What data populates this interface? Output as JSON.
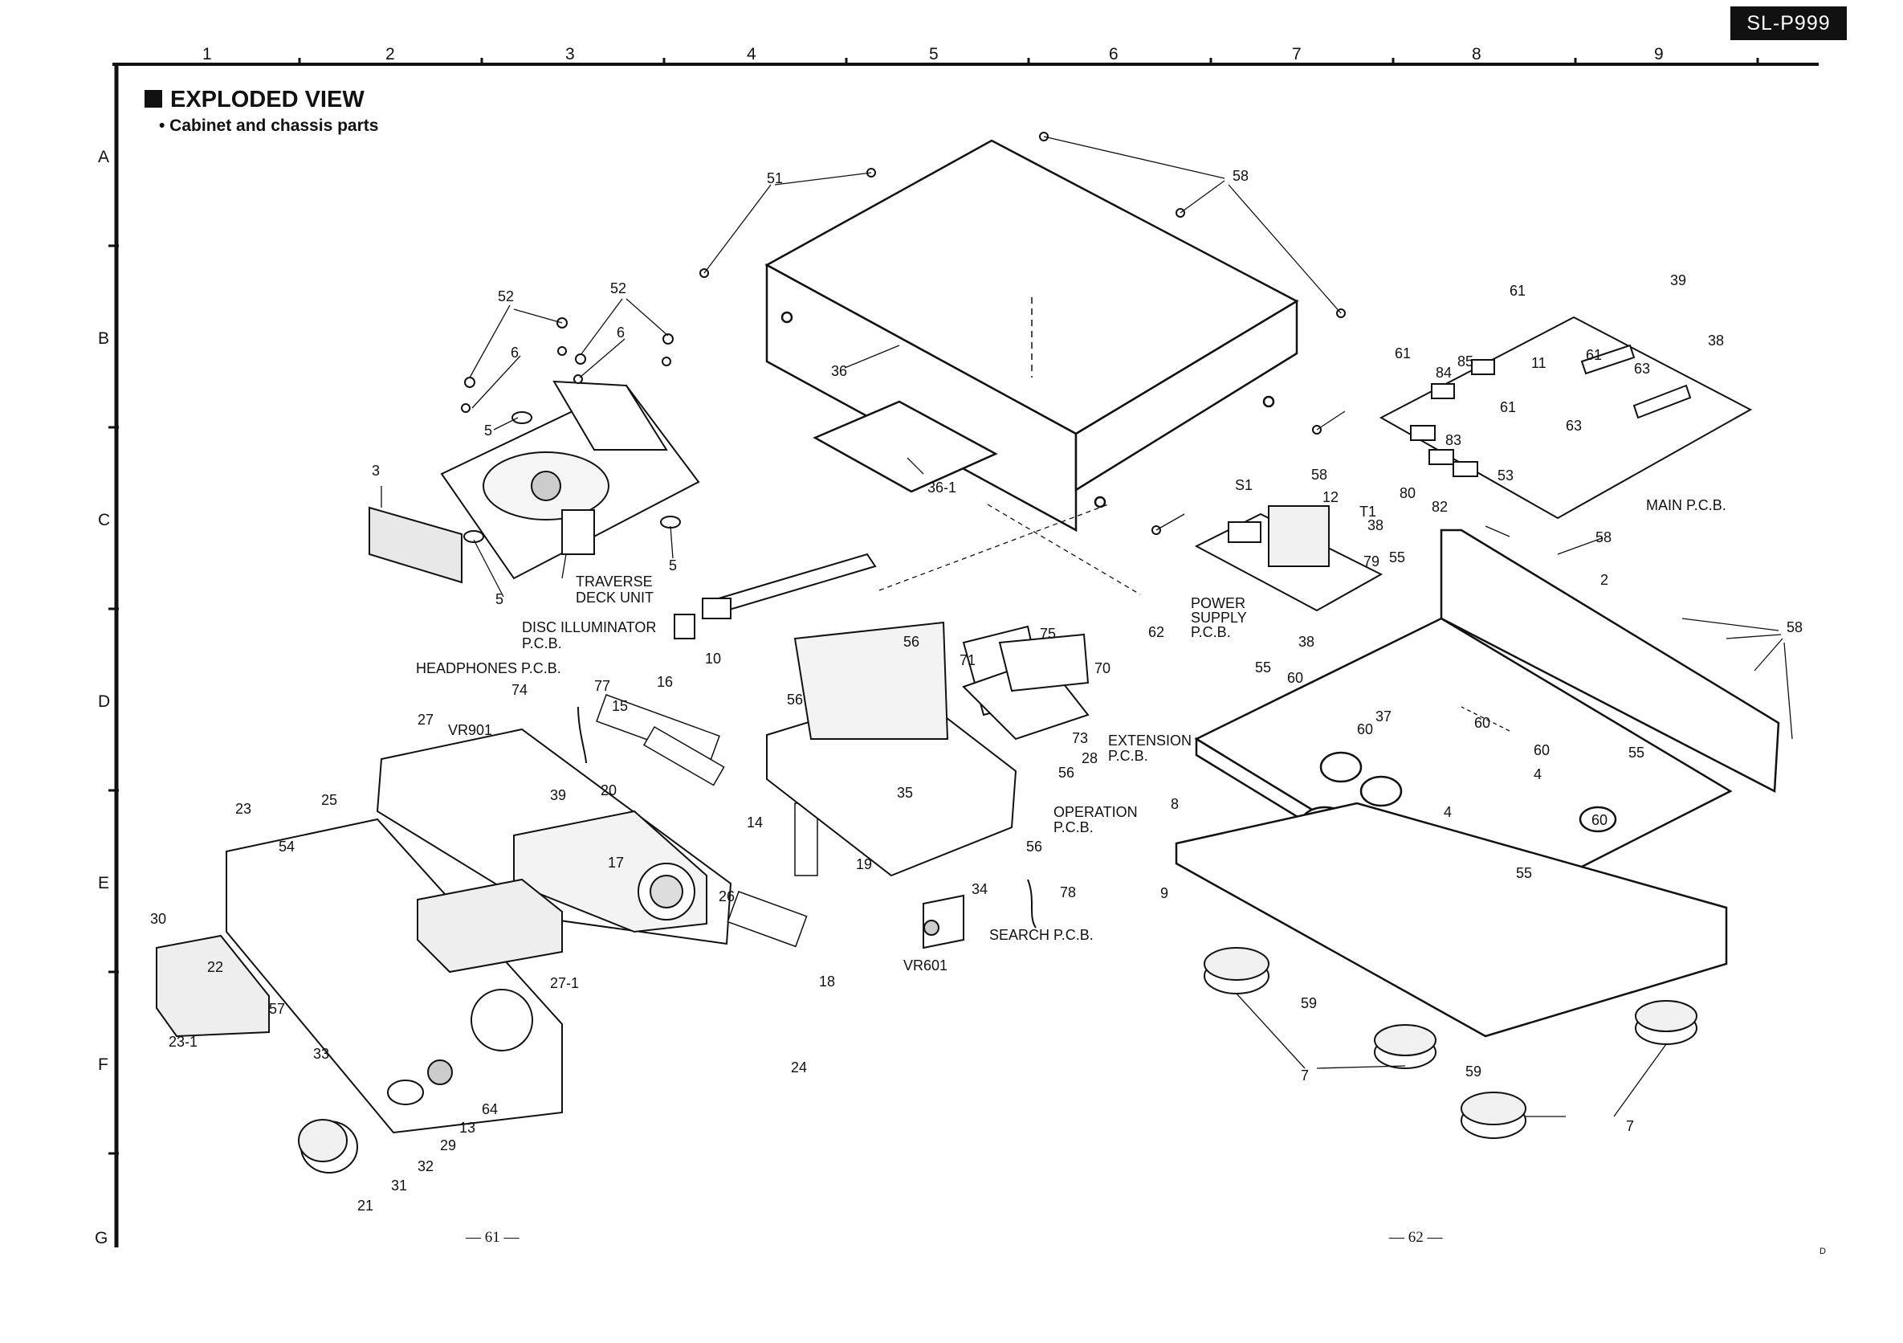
{
  "header": {
    "model": "SL-P999",
    "title": "EXPLODED VIEW",
    "subtitle": "• Cabinet and chassis parts"
  },
  "grid": {
    "columns": [
      "1",
      "2",
      "3",
      "4",
      "5",
      "6",
      "7",
      "8",
      "9"
    ],
    "rows": [
      "A",
      "B",
      "C",
      "D",
      "E",
      "F",
      "G"
    ]
  },
  "footer": {
    "left_page": "— 61 —",
    "right_page": "— 62 —",
    "corner": "D"
  },
  "callouts": {
    "c51": "51",
    "c58": "58",
    "c36": "36",
    "c36_1": "36-1",
    "c52a": "52",
    "c52b": "52",
    "c6a": "6",
    "c6b": "6",
    "c5a": "5",
    "c5b": "5",
    "c5c": "5",
    "c3": "3",
    "traverse": "TRAVERSE",
    "deck_unit": "DECK UNIT",
    "disc_illum": "DISC ILLUMINATOR",
    "pcb_disc": "P.C.B.",
    "headphones": "HEADPHONES  P.C.B.",
    "c74": "74",
    "c77": "77",
    "c15": "15",
    "c16": "16",
    "vr901": "VR901",
    "c27": "27",
    "c25": "25",
    "c23": "23",
    "c54": "54",
    "c39a": "39",
    "c20": "20",
    "c14": "14",
    "c17": "17",
    "c26": "26",
    "c19": "19",
    "c30": "30",
    "c22": "22",
    "c23_1": "23-1",
    "c57": "57",
    "c33": "33",
    "c27_1": "27-1",
    "c10": "10",
    "c56a": "56",
    "c56b": "56",
    "c56c": "56",
    "c56d": "56",
    "c35": "35",
    "c34": "34",
    "c18": "18",
    "vr601": "VR601",
    "search_pcb": "SEARCH P.C.B.",
    "c78": "78",
    "c24": "24",
    "c64": "64",
    "c13": "13",
    "c29": "29",
    "c32": "32",
    "c31": "31",
    "c21": "21",
    "c75": "75",
    "c62": "62",
    "c71": "71",
    "c70": "70",
    "c73": "73",
    "c28": "28",
    "extension": "EXTENSION",
    "ext_pcb": "P.C.B.",
    "operation": "OPERATION",
    "op_pcb": "P.C.B.",
    "s1": "S1",
    "c58b": "58",
    "c12": "12",
    "t1": "T1",
    "c38a": "38",
    "c79": "79",
    "c38b": "38",
    "power": "POWER",
    "supply": "SUPPLY",
    "ps_pcb": "P.C.B.",
    "c61a": "61",
    "c39b": "39",
    "c38c": "38",
    "c61b": "61",
    "c84": "84",
    "c85": "85",
    "c11": "11",
    "c61c": "61",
    "c63a": "63",
    "c61d": "61",
    "c63b": "63",
    "c83": "83",
    "c53": "53",
    "c80": "80",
    "c82": "82",
    "main_pcb": "MAIN P.C.B.",
    "c58c": "58",
    "c2": "2",
    "c58d": "58",
    "c55a": "55",
    "c55b": "55",
    "c55c": "55",
    "c55d": "55",
    "c60a": "60",
    "c60b": "60",
    "c60c": "60",
    "c60d": "60",
    "c60e": "60",
    "c37": "37",
    "c4a": "4",
    "c4b": "4",
    "c8": "8",
    "c9": "9",
    "c59a": "59",
    "c59b": "59",
    "c7a": "7",
    "c7b": "7"
  }
}
